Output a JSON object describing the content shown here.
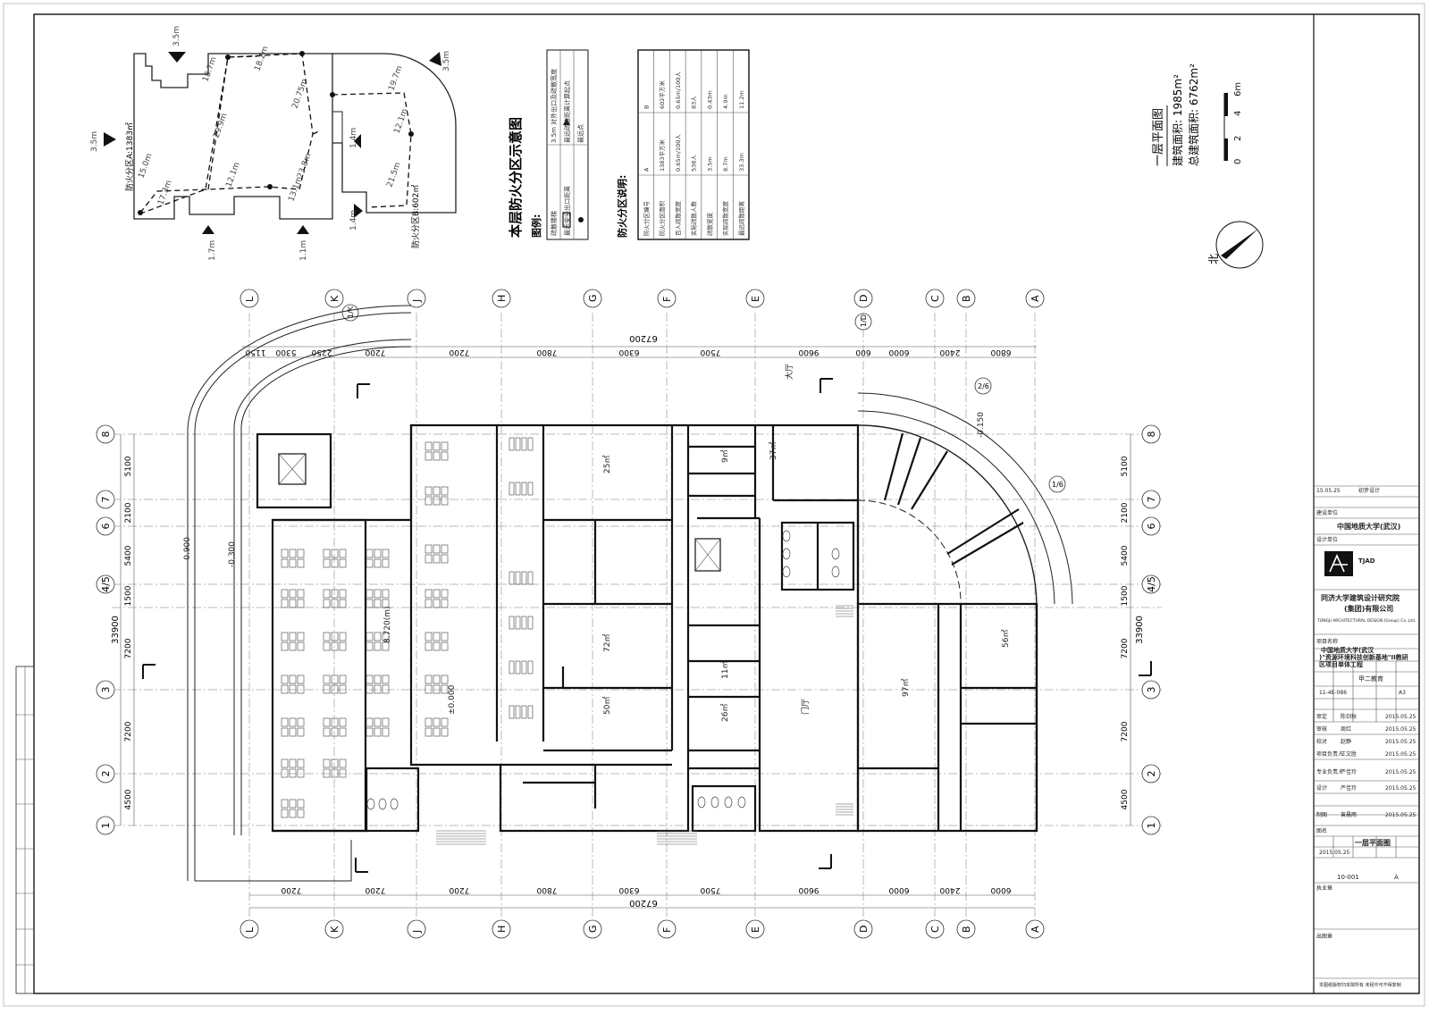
{
  "fire_zone_diagram": {
    "title": "本层防火分区示意图",
    "zone_a_label": "防火分区A:1383㎡",
    "zone_b_label": "防火分区B:602㎡",
    "dims": [
      "3.5m",
      "3.5m",
      "3.5m",
      "1.7m",
      "1.1m",
      "1.4m",
      "1.4m",
      "18.7m",
      "18.2m",
      "29.9m",
      "20.75m",
      "15.0m",
      "17.3m",
      "12.1m",
      "23.8m",
      "13.1m",
      "19.7m",
      "12.1m",
      "21.5m"
    ]
  },
  "legend": {
    "title": "图例:",
    "rows": [
      {
        "symbol": "3.5m",
        "text": "对外出口及疏散宽度"
      },
      {
        "symbol": "",
        "text": "疏散楼梯"
      },
      {
        "symbol": "",
        "text": "最远疏散距离计算起点"
      },
      {
        "symbol": "",
        "text": "最远安全出口距离"
      },
      {
        "symbol": "",
        "text": "最远点"
      }
    ]
  },
  "fire_zone_notes": {
    "title": "防火分区说明:",
    "rows": [
      [
        "防火分区编号",
        "A",
        "B"
      ],
      [
        "防火分区面积",
        "1383平方米",
        "602平方米"
      ],
      [
        "百人疏散宽度",
        "0.65m/100人",
        "0.65m/100人"
      ],
      [
        "实际疏散人数",
        "538人",
        "83人"
      ],
      [
        "疏散宽度",
        "3.5m",
        "0.43m"
      ],
      [
        "实际疏散宽度",
        "8.7m",
        "4.9m"
      ],
      [
        "最远疏散距离",
        "33.3m",
        "11.2m"
      ]
    ]
  },
  "plan_info": {
    "name": "一层平面图",
    "area_line": "建筑面积: 1985m²",
    "total_line": "总建筑面积: 6762m²",
    "scale_labels": [
      "0",
      "2",
      "4",
      "6m"
    ],
    "north": "北"
  },
  "axes": {
    "letters": [
      "L",
      "K",
      "J",
      "H",
      "G",
      "F",
      "E",
      "D",
      "C",
      "B",
      "A"
    ],
    "half_letters": [
      "1/K",
      "1/D"
    ],
    "numbers": [
      "8",
      "7",
      "6",
      "4/5",
      "3",
      "2",
      "1"
    ],
    "half_numbers": [
      "1/6",
      "2/6"
    ],
    "top_dims": [
      "1150",
      "5300",
      "2250",
      "7200",
      "7200",
      "7800",
      "6300",
      "7500",
      "9600",
      "600",
      "6000",
      "2400",
      "6800"
    ],
    "bottom_dims": [
      "7200",
      "7200",
      "7200",
      "7800",
      "6300",
      "7500",
      "9600",
      "6000",
      "2400",
      "6000"
    ],
    "overall_width": "67200",
    "overall_height": "33900",
    "side_dims": [
      "5100",
      "2100",
      "5400",
      "1500",
      "7200",
      "7200",
      "4500"
    ]
  },
  "rooms": [
    {
      "label": "大厅"
    },
    {
      "label": "8.720(m)"
    },
    {
      "label": "门厅"
    },
    {
      "label": "25㎡"
    },
    {
      "label": "72㎡"
    },
    {
      "label": "50㎡"
    },
    {
      "label": "56㎡"
    },
    {
      "label": "97㎡"
    },
    {
      "label": "37㎡"
    },
    {
      "label": "11㎡"
    },
    {
      "label": "26㎡"
    },
    {
      "label": "9㎡"
    },
    {
      "label": "±0.000"
    },
    {
      "label": "-0.150"
    },
    {
      "label": "-0.900"
    },
    {
      "label": "-0.300"
    }
  ],
  "title_block": {
    "client_label": "建设单位",
    "client": "中国地质大学(武汉)",
    "designer_label": "设计单位",
    "designer_logo": "TJAD",
    "company_cn": "同济大学建筑设计研究院(集团)有限公司",
    "company_en": "TONGJI ARCHITECTURAL DESIGN (Group) Co.,Ltd.",
    "project_label": "项目名称",
    "project": "中国地质大学(武汉)\"资源环境科技创新基地\"II教研区项目单体工程",
    "sub_project": "甲二教育",
    "project_no": "11-4E-086",
    "sub_no": "A3",
    "sheet_title_label": "图名",
    "sheet_title": "一层平面图",
    "drawing_no": "10-001",
    "version": "A",
    "date": "2015.05.25",
    "revision_date": "15.05.25",
    "revision_desc": "初步设计",
    "roles": [
      {
        "role": "审定",
        "name": "陈剑秋",
        "date": "2015.05.25"
      },
      {
        "role": "审核",
        "name": "周红",
        "date": "2015.05.25"
      },
      {
        "role": "校对",
        "name": "赵静",
        "date": "2015.05.25"
      },
      {
        "role": "项目负责人",
        "name": "王文胜",
        "date": "2015.05.25"
      },
      {
        "role": "专业负责人",
        "name": "严佳玲",
        "date": "2015.05.25"
      },
      {
        "role": "设计",
        "name": "严佳玲",
        "date": "2015.05.25"
      },
      {
        "role": "制图",
        "name": "曾晨雨",
        "date": "2015.05.25"
      }
    ],
    "stamp_label": "执业章",
    "seal_label": "出图章",
    "footer": "本图纸版权归本院所有 未经许可不得复制"
  }
}
